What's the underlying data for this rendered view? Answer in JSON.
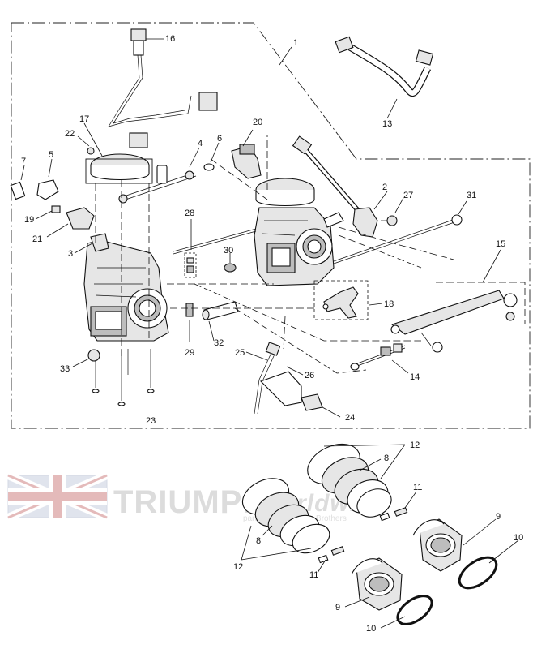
{
  "watermark": {
    "brand": "TRIUMPH",
    "suffix": "Worldwide",
    "tagline": "parts & accessories Brothers"
  },
  "callouts": [
    "1",
    "2",
    "3",
    "4",
    "5",
    "6",
    "7",
    "8",
    "9",
    "10",
    "11",
    "12",
    "13",
    "14",
    "15",
    "16",
    "17",
    "18",
    "19",
    "20",
    "21",
    "22",
    "23",
    "24",
    "25",
    "26",
    "27",
    "28",
    "29",
    "30",
    "31",
    "32",
    "33"
  ],
  "lower_callouts": {
    "c8a": "8",
    "c8b": "8",
    "c9a": "9",
    "c9b": "9",
    "c10a": "10",
    "c10b": "10",
    "c11a": "11",
    "c11b": "11",
    "c12a": "12",
    "c12b": "12"
  },
  "colors": {
    "line": "#111111",
    "watermark": "#d9d9d9",
    "flag_red": "#e2b3b3",
    "flag_blue": "#b8c1d6"
  }
}
